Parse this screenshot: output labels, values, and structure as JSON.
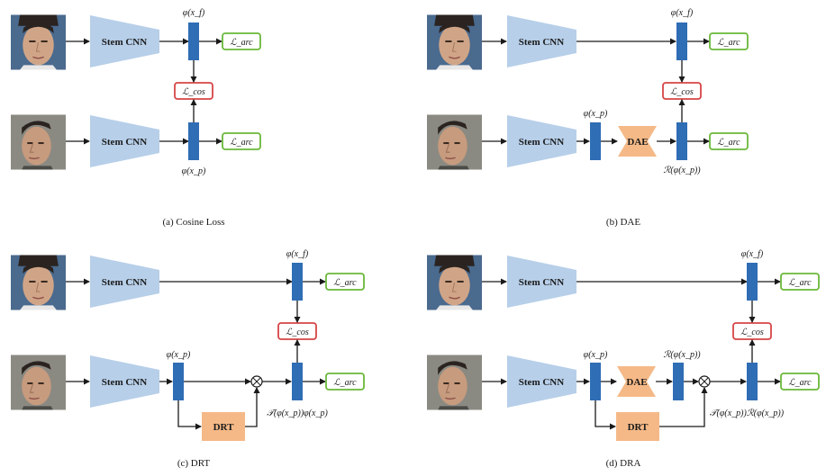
{
  "colors": {
    "stem": "#b7cfe9",
    "feature": "#2f6db5",
    "arc_border": "#6ab83a",
    "cos_border": "#d64545",
    "module": "#f5b987"
  },
  "labels": {
    "stem": "Stem CNN",
    "dae": "DAE",
    "drt": "DRT",
    "phi_f": "φ(x_f)",
    "phi_p": "φ(x_p)",
    "l_arc": "ℒ_arc",
    "l_cos": "ℒ_cos",
    "r_phi": "ℛ(φ(x_p))",
    "t_phi": "𝒯(φ(x_p))φ(x_p)",
    "tr_phi": "𝒯(φ(x_p))ℛ(φ(x_p))",
    "otimes": "⊗"
  },
  "captions": {
    "a": "(a)  Cosine Loss",
    "b": "(b)  DAE",
    "c": "(c)  DRT",
    "d": "(d)  DRA"
  }
}
